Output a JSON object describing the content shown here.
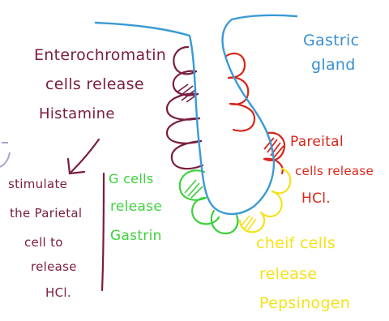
{
  "colors": {
    "gland_outline": "#3a9ad6",
    "enterochromaffin": "#7a1d3f",
    "parietal": "#d8261a",
    "chief": "#f5e21a",
    "g_cells": "#3cd23c",
    "gastric_label": "#3a8fd0",
    "annotation": "#7a1d3f",
    "vertical_divider": "#7a1d3f",
    "cursor_mark": "#a6a2d0"
  },
  "labels": {
    "gastric": "Gastric",
    "gland": "gland",
    "entero_line1": "Enterochromatin",
    "entero_line2": "cells release",
    "entero_line3": "Histamine",
    "parietal_line1": "Pareital",
    "parietal_line2": "cells release",
    "parietal_line3": "HCl.",
    "g_line1": "G cells",
    "g_line2": "release",
    "g_line3": "Gastrin",
    "chief_line1": "cheif cells",
    "chief_line2": "release",
    "chief_line3": "Pepsinogen",
    "stim_line1": "stimulate",
    "stim_line2": "the Parietal",
    "stim_line3": "cell to",
    "stim_line4": "release",
    "stim_line5": "HCl."
  }
}
